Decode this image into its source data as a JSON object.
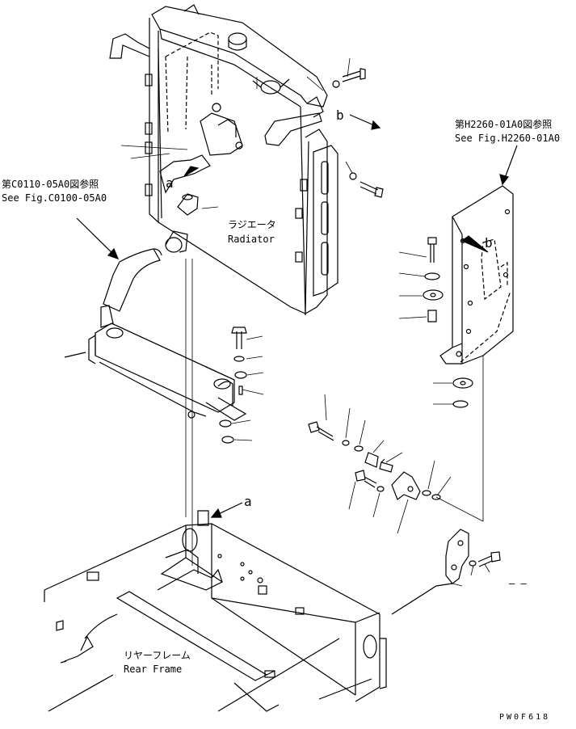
{
  "labels": {
    "radiator_jp": "ラジエータ",
    "radiator_en": "Radiator",
    "ref_c0110_jp": "第C0110-05A0図参照",
    "ref_c0100_en": "See Fig.C0100-05A0",
    "ref_h2260_jp": "第H2260-01A0図参照",
    "ref_h2260_en": "See Fig.H2260-01A0",
    "rear_frame_jp": "リヤーフレーム",
    "rear_frame_en": "Rear Frame",
    "mark_a_top": "a",
    "mark_a_bottom": "a",
    "mark_b_left": "b",
    "mark_b_right": "b",
    "drawing_code": "PW0F618",
    "dash_mark": "— —"
  },
  "colors": {
    "line": "#000000",
    "background": "#ffffff"
  }
}
